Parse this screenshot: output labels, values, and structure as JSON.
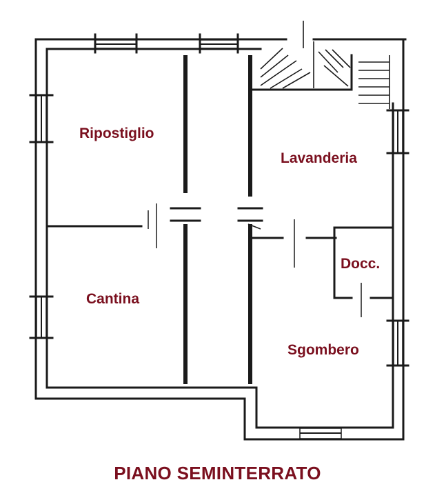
{
  "title": "PIANO SEMINTERRATO",
  "rooms": {
    "ripostiglio": "Ripostiglio",
    "cantina": "Cantina",
    "lavanderia": "Lavanderia",
    "docc": "Docc.",
    "sgombero": "Sgombero"
  },
  "colors": {
    "label": "#7a0f1e",
    "line": "#1a1a1a",
    "background": "#ffffff"
  }
}
